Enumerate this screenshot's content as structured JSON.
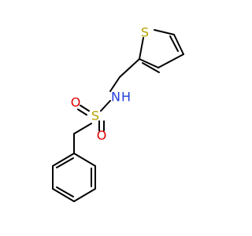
{
  "molecule": {
    "atoms": {
      "sulfur_thiophene": {
        "symbol": "S",
        "color": "#b8a000"
      },
      "nitrogen": {
        "symbol": "N",
        "color": "#1f3fd8"
      },
      "hydrogen_on_n": {
        "symbol": "H",
        "color": "#1f3fd8"
      },
      "sulfur_sulfonyl": {
        "symbol": "S",
        "color": "#b8a000"
      },
      "oxygen_left": {
        "symbol": "O",
        "color": "#e00000"
      },
      "oxygen_right": {
        "symbol": "O",
        "color": "#e00000"
      }
    }
  }
}
